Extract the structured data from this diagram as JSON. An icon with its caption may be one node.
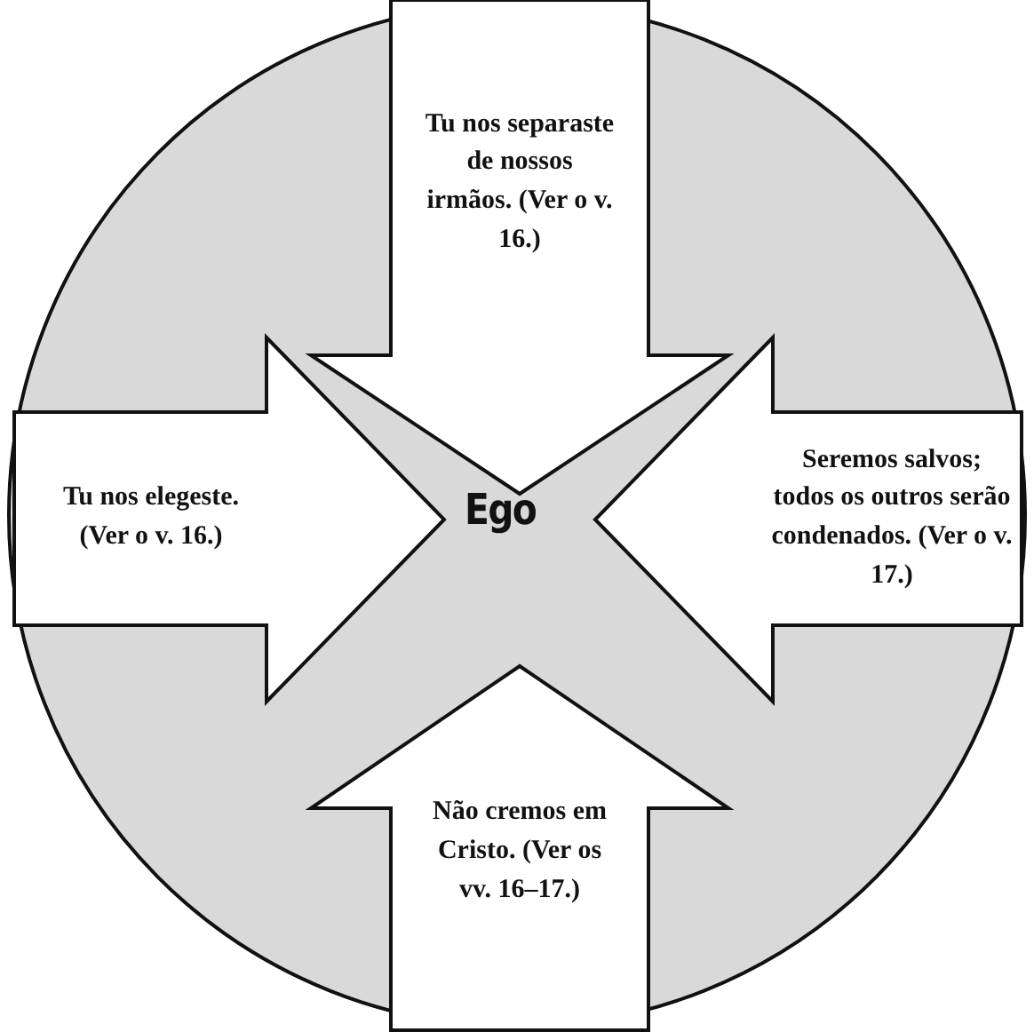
{
  "diagram": {
    "nodes": [
      {
        "text": [
          "Ego"
        ]
      },
      {
        "text": [
          "Tu nos separaste de nossos irmãos. (Ver o v. 16.)"
        ],
        "in": 0
      },
      {
        "text": [
          "Tu nos elegeste. (Ver o v. 16.)"
        ],
        "in": 0
      },
      {
        "text": [
          "Seremos salvos; todos os outros serão condenados. (Ver o v. 17.)"
        ],
        "in": 0
      },
      {
        "text": [
          "Não cremos em Cristo. (Ver os vv. 16–17.)"
        ],
        "in": 0
      }
    ]
  }
}
